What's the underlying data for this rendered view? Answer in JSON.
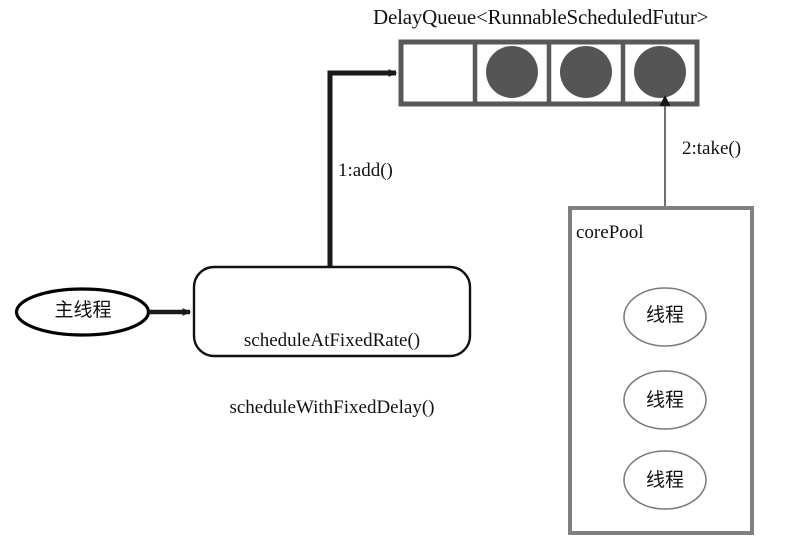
{
  "diagram": {
    "title": "DelayQueue<RunnableScheduledFutur>",
    "queue": {
      "name": "delay-queue",
      "cells": [
        {
          "filled": false
        },
        {
          "filled": true
        },
        {
          "filled": true
        },
        {
          "filled": true
        }
      ],
      "cell_fill_color": "#555555",
      "border_color": "#595959"
    },
    "edges": {
      "submit": {
        "label": "",
        "from": "main-thread",
        "to": "scheduler"
      },
      "add": {
        "label": "1:add()",
        "from": "scheduler",
        "to": "delay-queue"
      },
      "take": {
        "label": "2:take()",
        "from": "core-pool-worker",
        "to": "delay-queue"
      }
    },
    "main_thread": {
      "label": "主线程",
      "shape": "ellipse",
      "stroke": "#000000"
    },
    "scheduler": {
      "shape": "rounded-rectangle",
      "lines": [
        "scheduleAtFixedRate()",
        "scheduleWithFixedDelay()"
      ]
    },
    "core_pool": {
      "label": "corePool",
      "shape": "rectangle",
      "stroke": "#808080",
      "workers": [
        {
          "label": "线程"
        },
        {
          "label": "线程"
        },
        {
          "label": "线程"
        }
      ]
    }
  }
}
